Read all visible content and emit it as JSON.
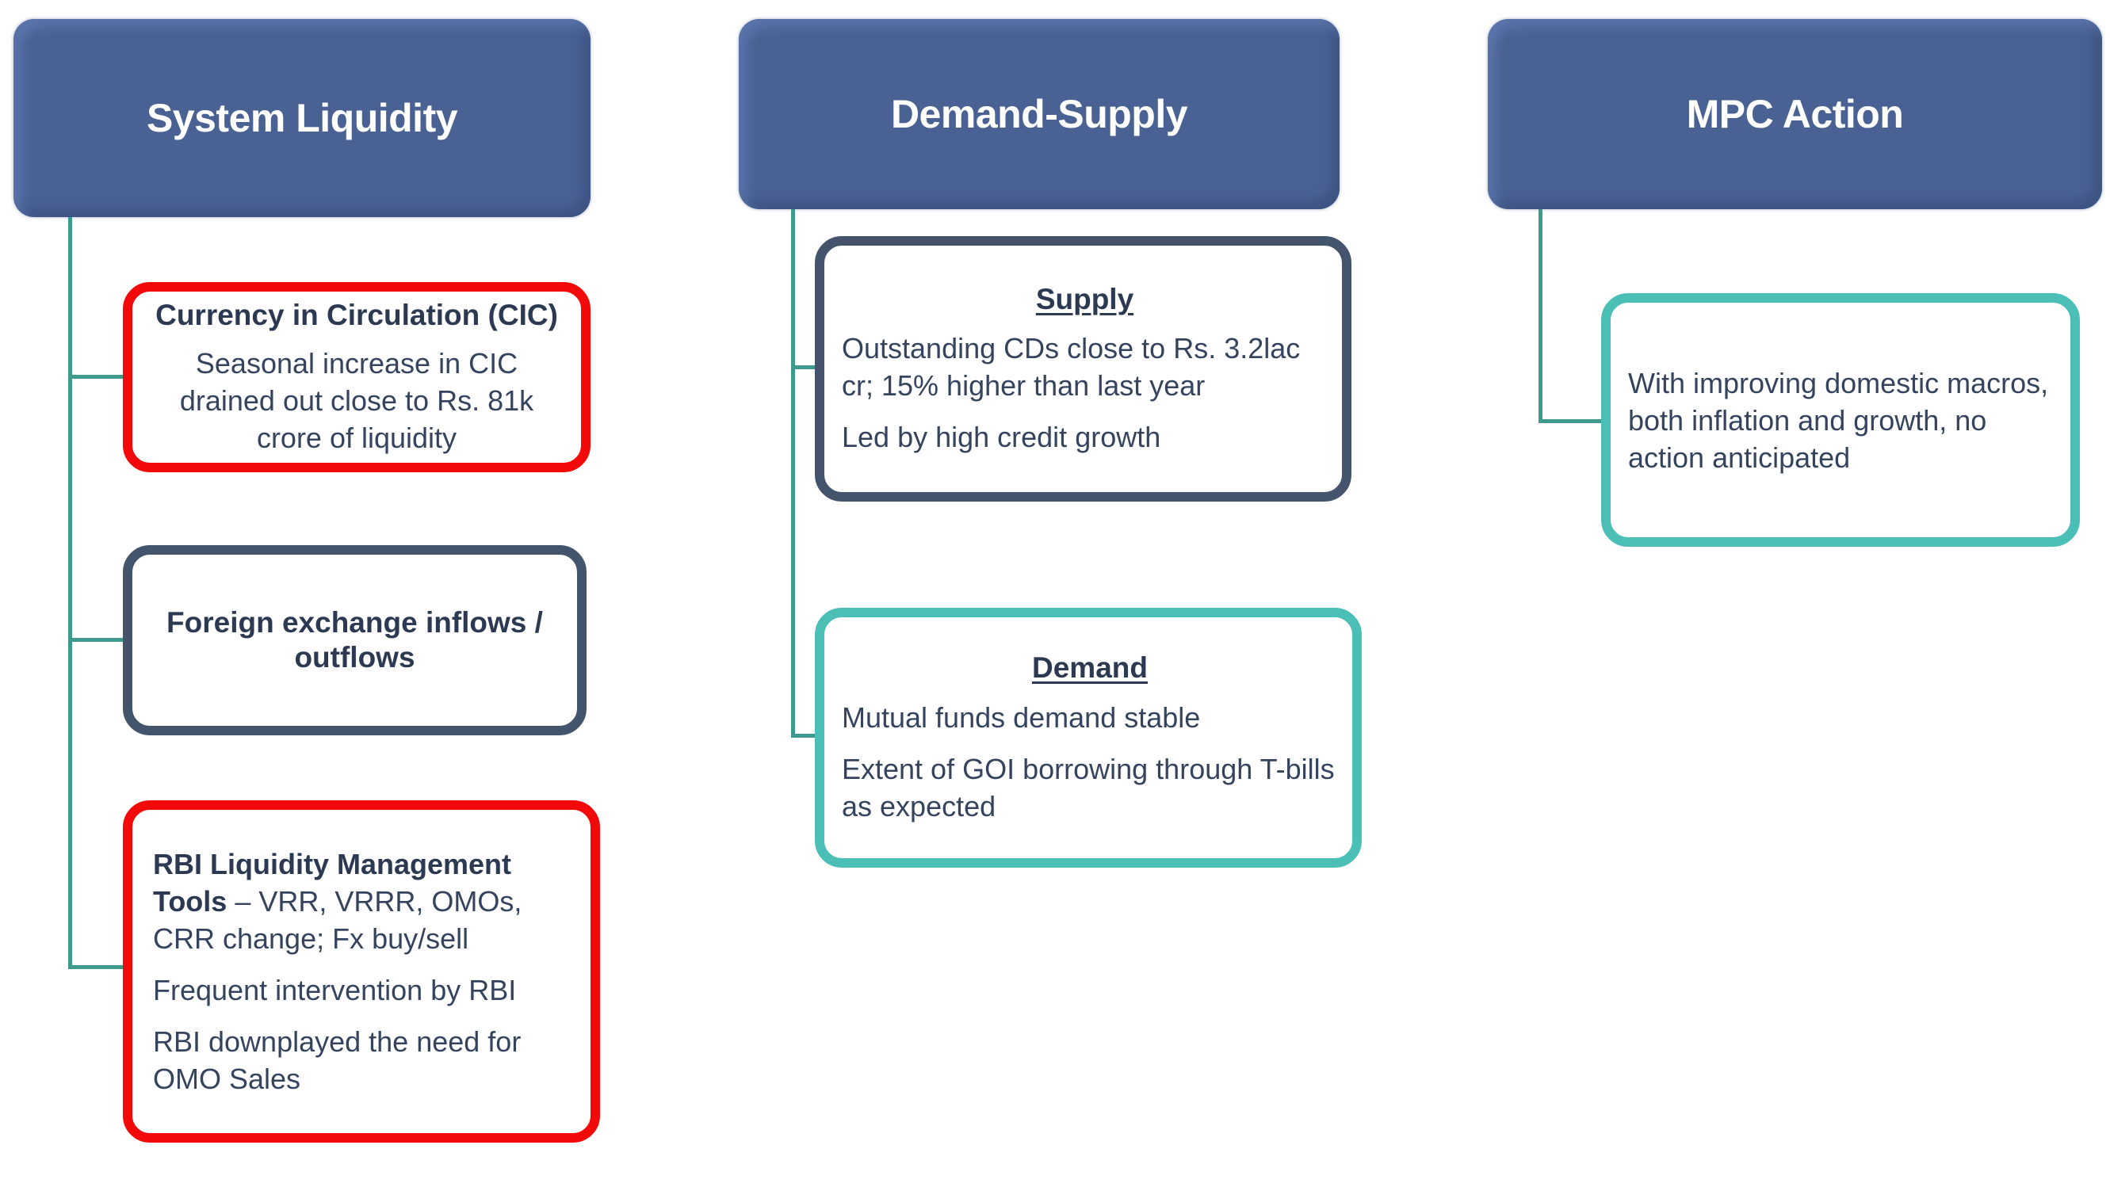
{
  "columns": [
    {
      "header": "System Liquidity",
      "boxes": [
        {
          "title": "Currency in Circulation (CIC)",
          "paragraphs": [
            "Seasonal increase in CIC drained out close to Rs. 81k crore of liquidity"
          ],
          "border_color": "#f20a0a"
        },
        {
          "title": "Foreign exchange inflows / outflows",
          "border_color": "#44546c"
        },
        {
          "lead_bold": "RBI Liquidity Management Tools",
          "lead_rest": " – VRR, VRRR, OMOs, CRR change; Fx buy/sell",
          "paragraphs": [
            "Frequent intervention by RBI",
            "RBI downplayed the need for OMO Sales"
          ],
          "border_color": "#f20a0a"
        }
      ]
    },
    {
      "header": "Demand-Supply",
      "boxes": [
        {
          "title": "Supply",
          "paragraphs": [
            "Outstanding CDs close to Rs. 3.2lac cr; 15% higher than last year",
            "Led by high credit growth"
          ],
          "border_color": "#44546c"
        },
        {
          "title": "Demand",
          "paragraphs": [
            "Mutual funds demand stable",
            "Extent of GOI borrowing through T-bills as expected"
          ],
          "border_color": "#4bbfb5"
        }
      ]
    },
    {
      "header": "MPC Action",
      "boxes": [
        {
          "paragraphs": [
            "With improving domestic macros, both inflation and growth, no action anticipated"
          ],
          "border_color": "#4bbfb5"
        }
      ]
    }
  ],
  "colors": {
    "header_fill": "#4a6193",
    "connector": "#3d9a8c",
    "red_border": "#f20a0a",
    "slate_border": "#44546c",
    "teal_border": "#4bbfb5",
    "text": "#2b3a52"
  }
}
